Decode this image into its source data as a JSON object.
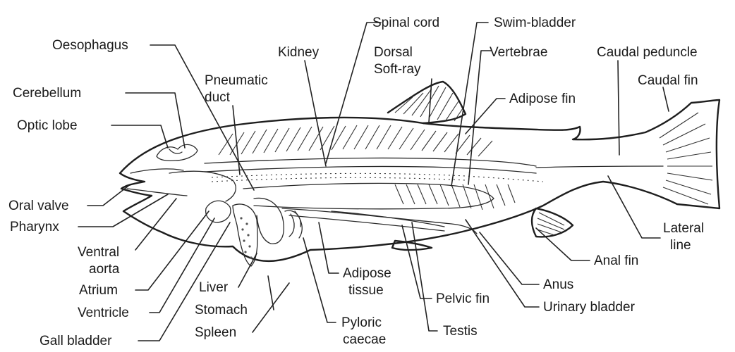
{
  "labels": {
    "oesophagus": "Oesophagus",
    "spinal_cord": "Spinal cord",
    "swim_bladder": "Swim-bladder",
    "kidney": "Kidney",
    "dorsal_soft_ray_1": "Dorsal",
    "dorsal_soft_ray_2": "Soft-ray",
    "vertebrae": "Vertebrae",
    "caudal_peduncle": "Caudal peduncle",
    "pneumatic_duct_1": "Pneumatic",
    "pneumatic_duct_2": "duct",
    "caudal_fin": "Caudal fin",
    "cerebellum": "Cerebellum",
    "adipose_fin": "Adipose fin",
    "optic_lobe": "Optic lobe",
    "oral_valve": "Oral valve",
    "pharynx": "Pharynx",
    "lateral_line_1": "Lateral",
    "lateral_line_2": "line",
    "ventral_aorta_1": "Ventral",
    "ventral_aorta_2": "aorta",
    "anal_fin": "Anal fin",
    "adipose_tissue_1": "Adipose",
    "adipose_tissue_2": "tissue",
    "atrium": "Atrium",
    "liver": "Liver",
    "anus": "Anus",
    "ventricle": "Ventricle",
    "stomach": "Stomach",
    "pelvic_fin": "Pelvic fin",
    "urinary_bladder": "Urinary bladder",
    "pyloric_caecae_1": "Pyloric",
    "pyloric_caecae_2": "caecae",
    "spleen": "Spleen",
    "gall_bladder": "Gall bladder",
    "testis": "Testis"
  }
}
